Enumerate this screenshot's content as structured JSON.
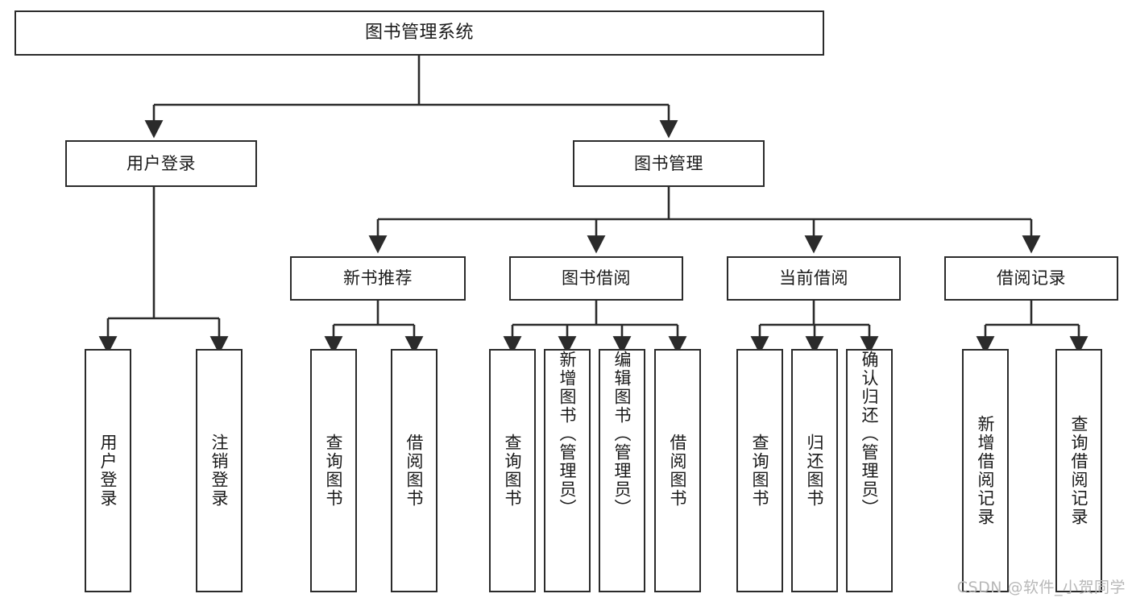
{
  "diagram": {
    "title": "图书管理系统",
    "type": "tree",
    "root": {
      "label": "图书管理系统"
    },
    "level2": [
      {
        "label": "用户登录"
      },
      {
        "label": "图书管理"
      }
    ],
    "level3": [
      {
        "label": "新书推荐"
      },
      {
        "label": "图书借阅"
      },
      {
        "label": "当前借阅"
      },
      {
        "label": "借阅记录"
      }
    ],
    "leaves": {
      "user_login": [
        {
          "label": "用户登录"
        },
        {
          "label": "注销登录"
        }
      ],
      "new_book_recommend": [
        {
          "label": "查询图书"
        },
        {
          "label": "借阅图书"
        }
      ],
      "book_borrow": [
        {
          "label": "查询图书"
        },
        {
          "label": "新增图书（管理员）"
        },
        {
          "label": "编辑图书（管理员）"
        },
        {
          "label": "借阅图书"
        }
      ],
      "current_borrow": [
        {
          "label": "查询图书"
        },
        {
          "label": "归还图书"
        },
        {
          "label": "确认归还（管理员）"
        }
      ],
      "borrow_record": [
        {
          "label": "新增借阅记录"
        },
        {
          "label": "查询借阅记录"
        }
      ]
    }
  },
  "watermark": {
    "text": "CSDN @软件_小贺同学"
  },
  "colors": {
    "stroke": "#2b2b2b",
    "background": "#ffffff",
    "text": "#1a1a1a",
    "watermark": "#b8b8b8"
  }
}
